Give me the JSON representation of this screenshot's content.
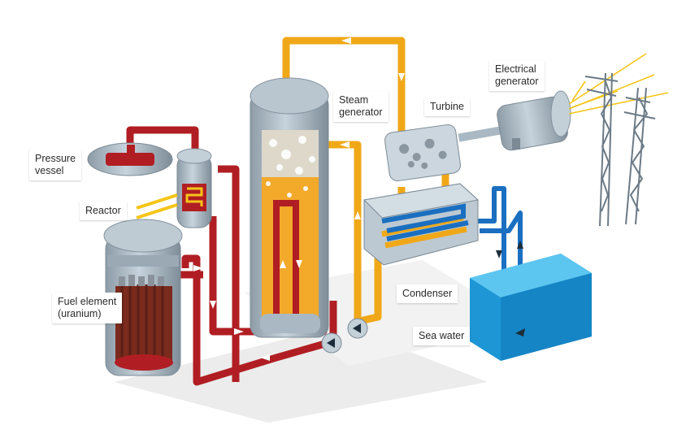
{
  "labels": {
    "pressure_vessel": {
      "line1": "Pressure",
      "line2": "vessel"
    },
    "reactor": "Reactor",
    "fuel_element": {
      "line1": "Fuel element",
      "line2": "(uranium)"
    },
    "steam_generator": {
      "line1": "Steam",
      "line2": "generator"
    },
    "turbine": "Turbine",
    "electrical_generator": {
      "line1": "Electrical",
      "line2": "generator"
    },
    "condenser": "Condenser",
    "sea_water": "Sea water"
  },
  "colors": {
    "primary_loop": "#b01e23",
    "secondary_loop": "#f0a818",
    "cooling_loop": "#1a6fc0",
    "vessel_grey": "#a9b8c3",
    "sea_water": "#2aa8e0",
    "fuel_rods": "#7a2b1e",
    "power_lines": "#f5c518"
  },
  "icons": [
    "flow-arrow-icon",
    "pump-icon",
    "transmission-tower-icon"
  ]
}
